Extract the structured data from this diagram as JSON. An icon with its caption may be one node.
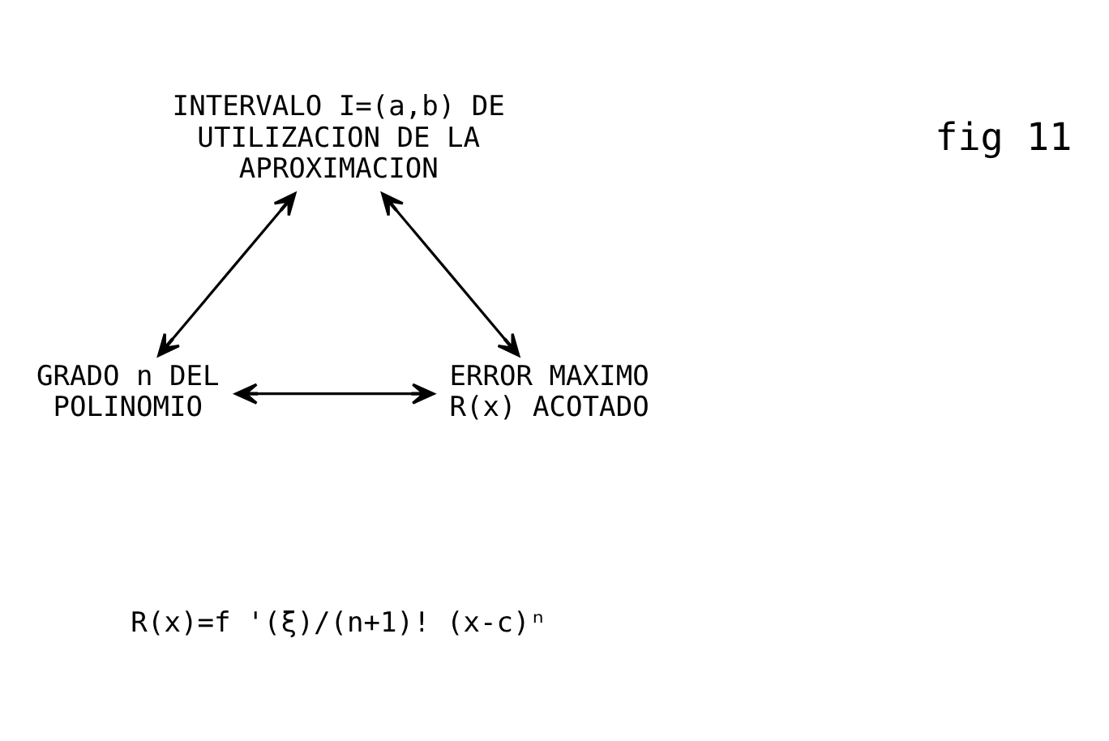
{
  "diagram": {
    "nodes": [
      {
        "text": [
          "INTERVALO I=(a,b) DE UTILIZACION DE LA APROXIMACION"
        ]
      },
      {
        "text": [
          "GRADO n DEL POLINOMIO"
        ]
      },
      {
        "text": [
          "ERROR MAXIMO R(x) ACOTADO"
        ]
      }
    ],
    "edges": [
      {
        "from": 0,
        "to": 1,
        "arrow": "both"
      },
      {
        "from": 0,
        "to": 2,
        "arrow": "both"
      },
      {
        "from": 1,
        "to": 2,
        "arrow": "both"
      }
    ],
    "labels": [
      "fig 11",
      "R(x)=f '(ξ)/(n+1)! (x-c)ⁿ"
    ]
  }
}
